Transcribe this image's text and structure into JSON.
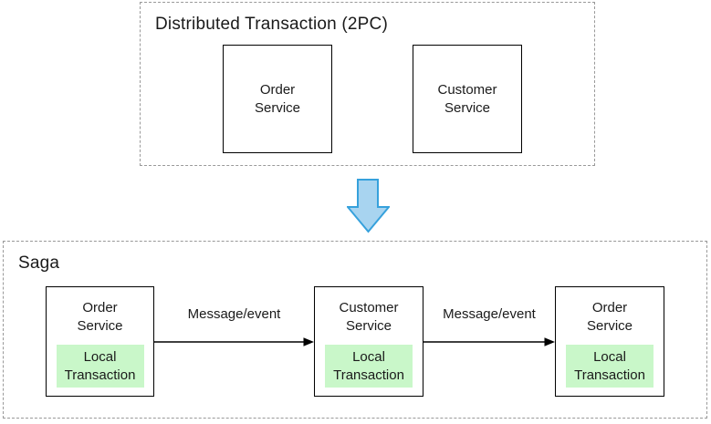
{
  "colors": {
    "box_border": "#000000",
    "group_border": "#999999",
    "local_transaction_fill": "#c9f7c9",
    "transition_arrow_fill": "#a8d4f0",
    "transition_arrow_stroke": "#36a1dc",
    "flow_arrow": "#000000",
    "text": "#1a1a1a"
  },
  "top_group": {
    "title": "Distributed Transaction (2PC)",
    "boxes": [
      {
        "label": "Order\nService"
      },
      {
        "label": "Customer\nService"
      }
    ]
  },
  "transition_arrow_icon": "down-arrow",
  "bottom_group": {
    "title": "Saga",
    "steps": [
      {
        "service": "Order\nService",
        "inner": "Local\nTransaction"
      },
      {
        "service": "Customer\nService",
        "inner": "Local\nTransaction"
      },
      {
        "service": "Order\nService",
        "inner": "Local\nTransaction"
      }
    ],
    "arrows": [
      {
        "label": "Message/event"
      },
      {
        "label": "Message/event"
      }
    ]
  }
}
